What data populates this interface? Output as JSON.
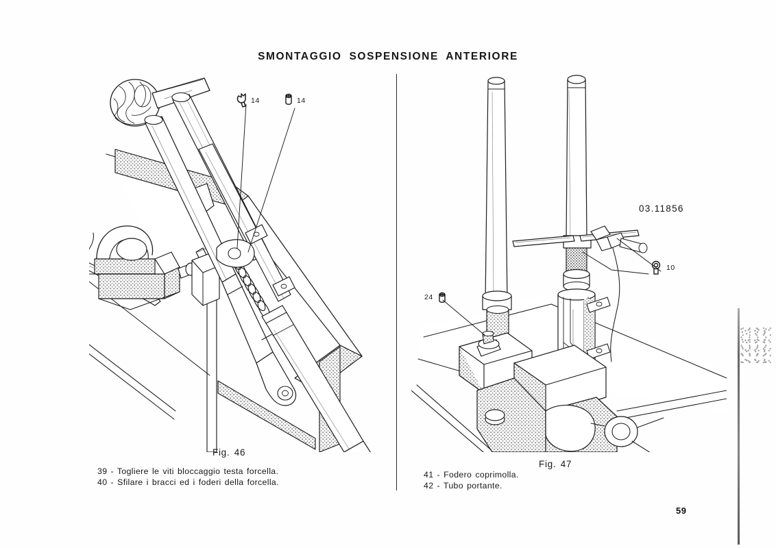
{
  "document": {
    "title": "SMONTAGGIO SOSPENSIONE ANTERIORE",
    "page_number": "59"
  },
  "figures": [
    {
      "id": "fig46",
      "label": "Fig. 46",
      "notes": "39 - Togliere le viti bloccaggio testa forcella.\n40 - Sfilare i bracci ed i foderi della forcella.",
      "callouts": [
        {
          "id": "tool-open-wrench",
          "size": "14",
          "icon": "open-end-wrench-icon"
        },
        {
          "id": "tool-socket",
          "size": "14",
          "icon": "socket-wrench-icon"
        }
      ]
    },
    {
      "id": "fig47",
      "label": "Fig. 47",
      "notes": "41 - Fodero coprimolla.\n42 - Tubo portante.",
      "part_number": "03.11856",
      "callouts": [
        {
          "id": "tool-socket-24",
          "size": "24",
          "icon": "socket-wrench-icon"
        },
        {
          "id": "tool-socket-10",
          "size": "10",
          "icon": "socket-wrench-icon"
        }
      ]
    }
  ],
  "colors": {
    "ink": "#141414",
    "paper": "#fefefe",
    "hatch": "#8d8d8d"
  }
}
